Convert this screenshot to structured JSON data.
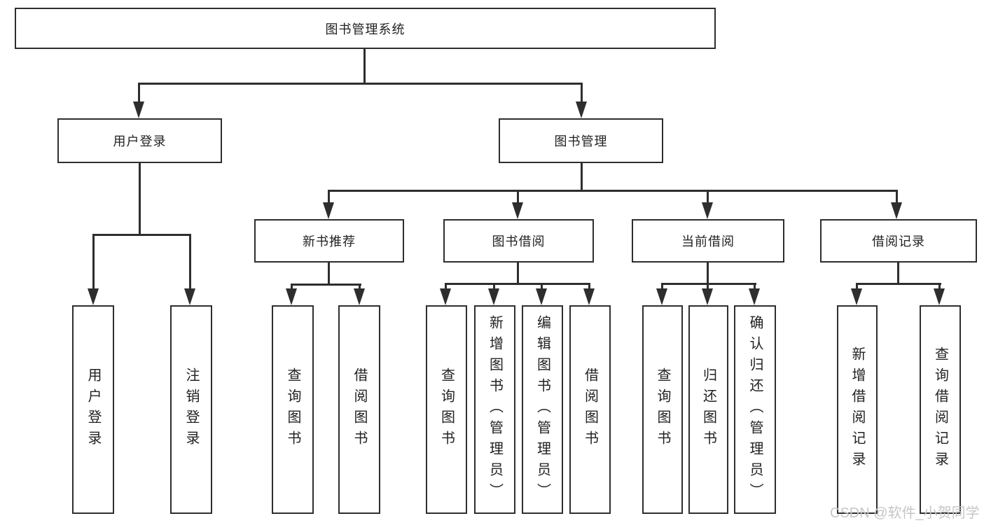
{
  "nodes": {
    "root": {
      "label": "图书管理系统"
    },
    "user_login": {
      "label": "用户登录"
    },
    "book_mgmt": {
      "label": "图书管理"
    },
    "new_books": {
      "label": "新书推荐"
    },
    "book_borrow": {
      "label": "图书借阅"
    },
    "current_borrow": {
      "label": "当前借阅"
    },
    "borrow_records": {
      "label": "借阅记录"
    },
    "leaves": {
      "user_login": [
        "用户登录",
        "注销登录"
      ],
      "new_books": [
        "查询图书",
        "借阅图书"
      ],
      "book_borrow": [
        "查询图书",
        "新增图书（管理员）",
        "编辑图书（管理员）",
        "借阅图书"
      ],
      "current_borrow": [
        "查询图书",
        "归还图书",
        "确认归还（管理员）"
      ],
      "borrow_records": [
        "新增借阅记录",
        "查询借阅记录"
      ]
    }
  },
  "watermark": {
    "text": "CSDN @软件_小贺同学",
    "color": "#c6c6c6"
  },
  "colors": {
    "line": "#2e2e2e",
    "text": "#222222",
    "background": "#ffffff"
  }
}
